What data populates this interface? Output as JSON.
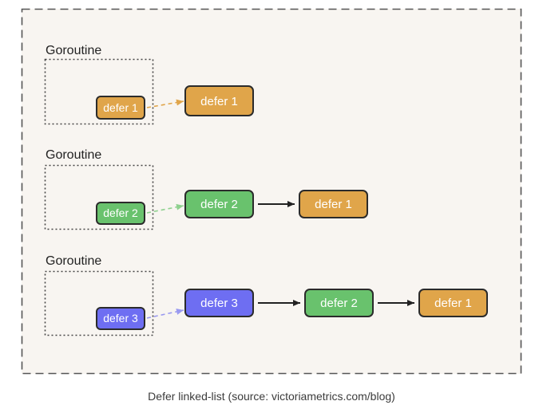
{
  "colors": {
    "orange": "#e0a54a",
    "green": "#69c26d",
    "blue": "#6e6ef2",
    "border": "#2b2b2b",
    "panel": "#f8f5f1",
    "text_white": "#ffffff"
  },
  "rows": [
    {
      "goroutine_label": "Goroutine",
      "local_node": {
        "label": "defer 1",
        "color": "orange"
      },
      "chain": [
        {
          "label": "defer 1",
          "color": "orange"
        }
      ]
    },
    {
      "goroutine_label": "Goroutine",
      "local_node": {
        "label": "defer 2",
        "color": "green"
      },
      "chain": [
        {
          "label": "defer 2",
          "color": "green"
        },
        {
          "label": "defer 1",
          "color": "orange"
        }
      ]
    },
    {
      "goroutine_label": "Goroutine",
      "local_node": {
        "label": "defer 3",
        "color": "blue"
      },
      "chain": [
        {
          "label": "defer 3",
          "color": "blue"
        },
        {
          "label": "defer 2",
          "color": "green"
        },
        {
          "label": "defer 1",
          "color": "orange"
        }
      ]
    }
  ],
  "caption": "Defer linked-list (source: victoriametrics.com/blog)"
}
